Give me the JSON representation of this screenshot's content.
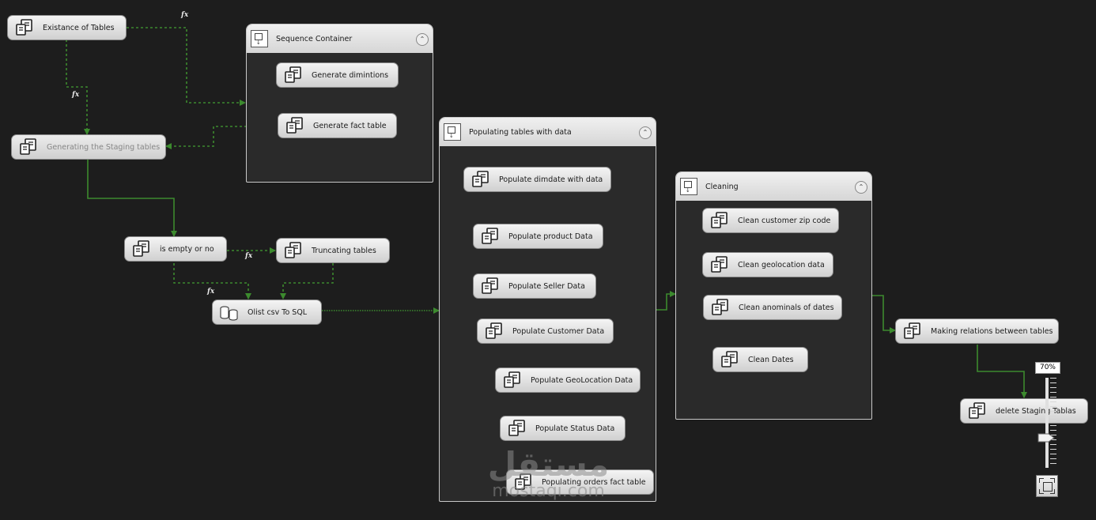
{
  "tasks": {
    "existance": "Existance of Tables",
    "staging": "Generating the Staging tables",
    "isempty": "is empty or no",
    "truncating": "Truncating tables",
    "olist": "Olist csv To SQL",
    "gen_dims": "Generate dimintions",
    "gen_fact": "Generate fact table",
    "pop_dimdate": "Populate dimdate with data",
    "pop_product": "Populate product Data",
    "pop_seller": "Populate Seller Data",
    "pop_customer": "Populate Customer Data",
    "pop_geo": "Populate GeoLocation Data",
    "pop_status": "Populate Status Data",
    "pop_orders": "Populating orders fact table",
    "clean_zip": "Clean customer zip code",
    "clean_geo": "Clean geolocation data",
    "clean_anom": "Clean anominals of dates",
    "clean_dates": "Clean Dates",
    "relations": "Making relations between tables",
    "delete_staging": "delete Staging Tablas"
  },
  "containers": {
    "sequence": "Sequence Container",
    "populating": "Populating tables with data",
    "cleaning": "Cleaning"
  },
  "expression_marker": "fx",
  "zoom": {
    "label": "70%",
    "level_percent": 70
  },
  "watermark": {
    "arabic": "مستقل",
    "latin": "mostaqi.com"
  },
  "colors": {
    "success_arrow": "#3c8a2e",
    "canvas_bg": "#1d1d1d"
  },
  "icons": {
    "task": "sql-task-icon",
    "dataflow": "data-flow-task-icon",
    "container": "container-icon"
  }
}
